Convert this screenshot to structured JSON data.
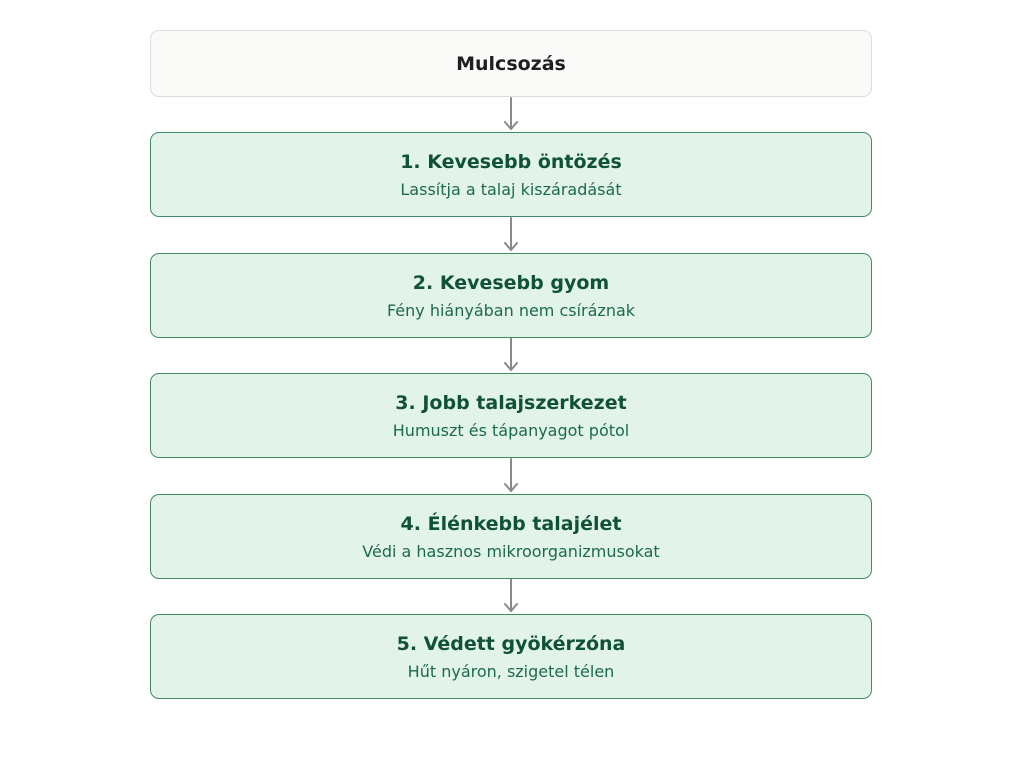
{
  "root": {
    "title": "Mulcsozás"
  },
  "steps": [
    {
      "title": "1. Kevesebb öntözés",
      "subtitle": "Lassítja a talaj kiszáradását"
    },
    {
      "title": "2. Kevesebb gyom",
      "subtitle": "Fény hiányában nem csíráznak"
    },
    {
      "title": "3. Jobb talajszerkezet",
      "subtitle": "Humuszt és tápanyagot pótol"
    },
    {
      "title": "4. Élénkebb talajélet",
      "subtitle": "Védi a hasznos mikroorganizmusokat"
    },
    {
      "title": "5. Védett gyökérzóna",
      "subtitle": "Hűt nyáron, szigetel télen"
    }
  ],
  "colors": {
    "step_fill": "#e2f3ea",
    "step_border": "#3f8c66",
    "step_title": "#0f5236",
    "step_subtitle": "#1c6b48",
    "arrow": "#8a8a8a",
    "root_fill": "#fafaf9",
    "root_border": "#dcdcdc"
  }
}
